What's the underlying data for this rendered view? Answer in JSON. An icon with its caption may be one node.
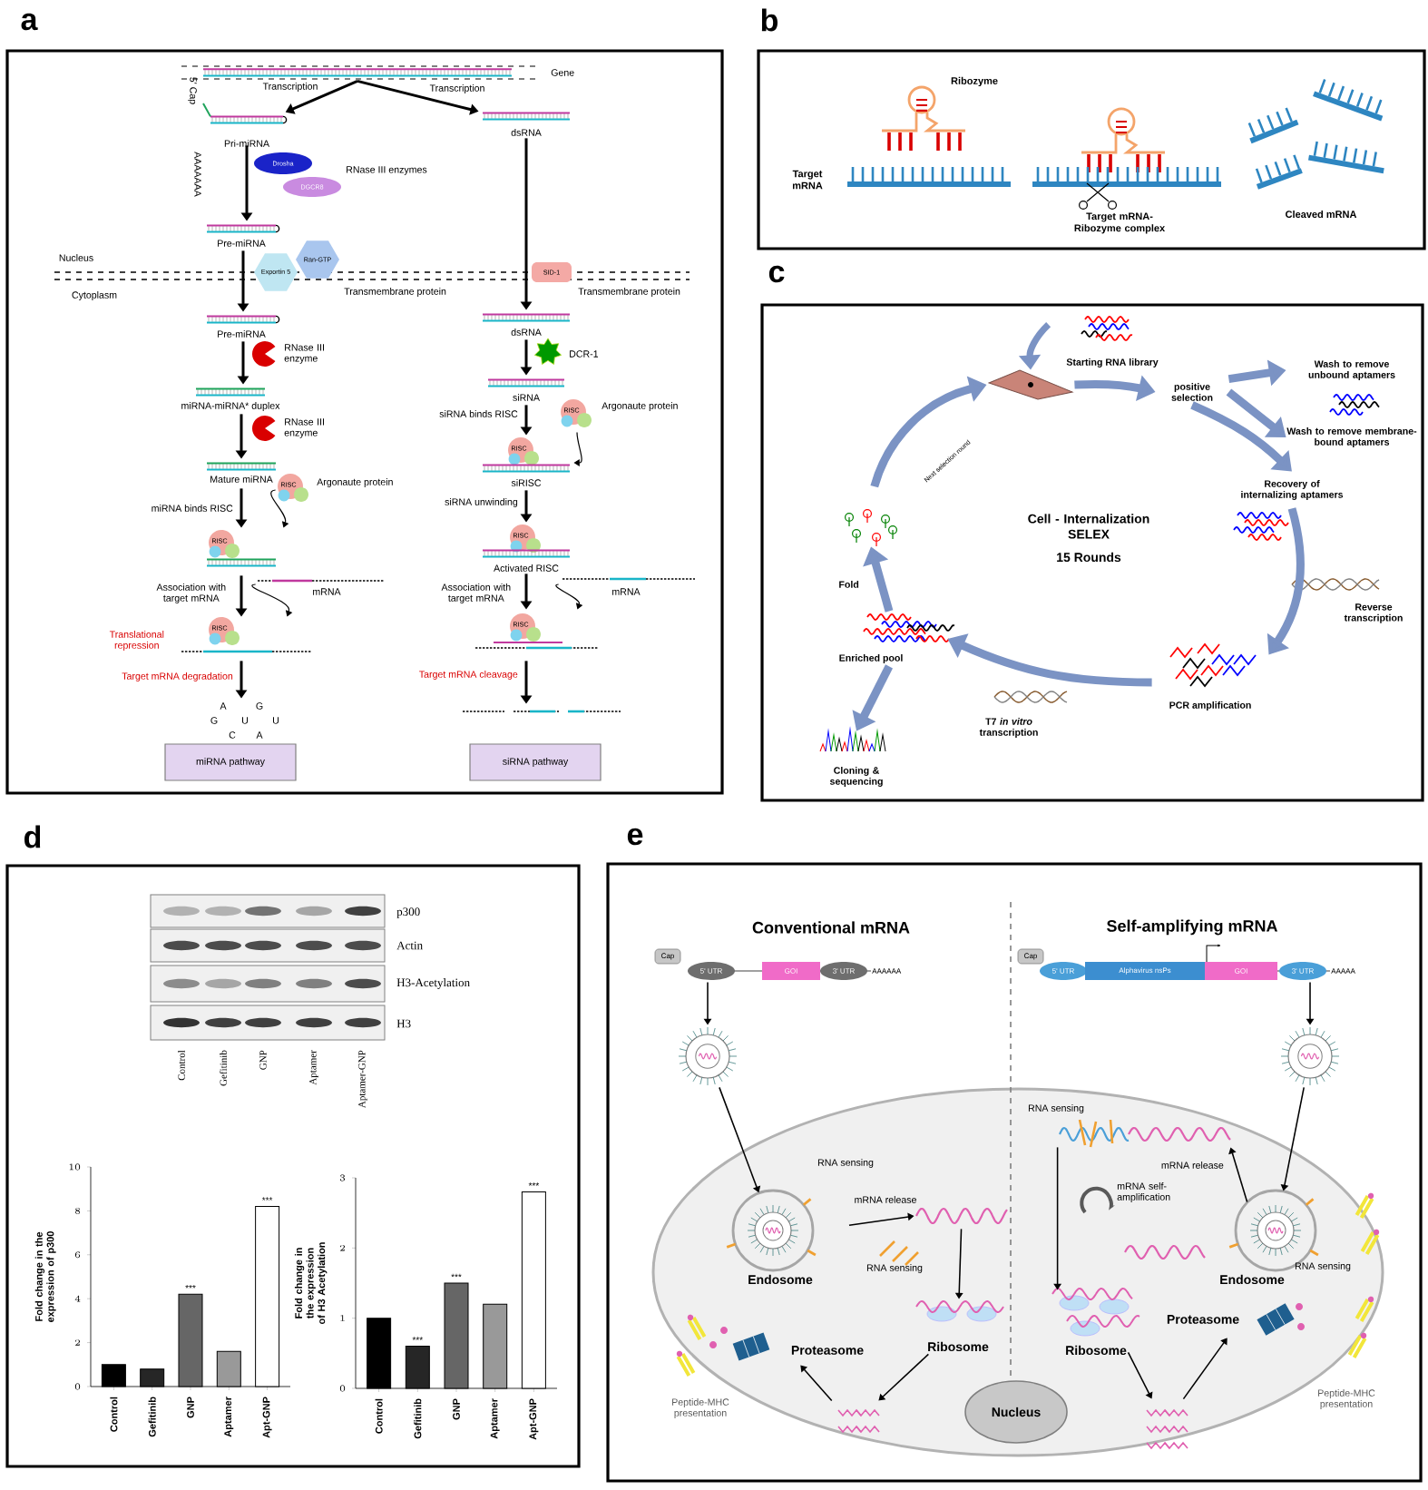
{
  "diagram": {
    "nodes": [
      {
        "text": [
          "Gene"
        ]
      },
      {
        "text": [
          "Pri-miRNA"
        ]
      },
      {
        "text": [
          "dsRNA"
        ]
      },
      {
        "text": [
          "Drosha"
        ]
      },
      {
        "text": [
          "DGCR8"
        ]
      },
      {
        "text": [
          "Pre-miRNA"
        ]
      },
      {
        "text": [
          "Exportin 5"
        ]
      },
      {
        "text": [
          "Ran-GTP"
        ]
      },
      {
        "text": [
          "SID-1"
        ]
      },
      {
        "text": [
          "Pre-miRNA"
        ]
      },
      {
        "text": [
          "dsRNA"
        ]
      },
      {
        "text": [
          "siRNA"
        ]
      },
      {
        "text": [
          "miRNA-miRNA* duplex"
        ]
      },
      {
        "text": [
          "RISC"
        ],
        "beside": [
          "Argonaute protein"
        ]
      },
      {
        "text": [
          "RISC",
          "siRISC"
        ]
      },
      {
        "text": [
          "Mature miRNA"
        ]
      },
      {
        "text": [
          "RISC"
        ],
        "beside": [
          "Argonaute protein"
        ]
      },
      {
        "text": [
          "RISC"
        ]
      },
      {
        "text": [
          "RISC",
          "Activated RISC"
        ]
      },
      {
        "text": [
          "mRNA"
        ]
      },
      {
        "text": [
          "mRNA"
        ]
      },
      {
        "text": [
          "RISC"
        ]
      },
      {
        "text": [
          "RISC"
        ]
      },
      {
        "text": [
          "A",
          "G",
          "G",
          "U",
          "U",
          "C",
          "A"
        ]
      },
      {
        "text": [],
        "shape": "picture"
      },
      {
        "text": [
          "miRNA pathway"
        ]
      },
      {
        "text": [
          "siRNA pathway"
        ]
      },
      {
        "text": [
          "Starting RNA library"
        ]
      },
      {
        "text": [],
        "shape": "picture"
      },
      {
        "text": [
          "positive selection"
        ]
      },
      {
        "text": [
          "Wash to remove unbound aptamers"
        ]
      },
      {
        "text": [
          "Wash to remove membrane-bound aptamers"
        ]
      },
      {
        "text": [
          "Recovery of internalizing aptamers"
        ]
      },
      {
        "text": [
          "PCR amplification"
        ]
      },
      {
        "text": [
          "Enriched pool"
        ]
      },
      {
        "text": [],
        "shape": "picture"
      },
      {
        "text": [
          "Cloning & sequencing"
        ]
      },
      {
        "text": [
          "Cap",
          "5' UTR",
          "GOI",
          "3' UTR",
          "AAAAAA"
        ]
      },
      {
        "text": [
          "Cap",
          "5' UTR",
          "Alphavirus nsPs",
          "GOI",
          "3' UTR",
          "AAAAA"
        ]
      },
      {
        "text": [],
        "shape": "picture"
      },
      {
        "text": [],
        "shape": "picture"
      },
      {
        "text": [],
        "shape": "picture"
      },
      {
        "text": [
          "Endosome"
        ]
      },
      {
        "text": [],
        "shape": "picture"
      },
      {
        "text": [
          "Endosome"
        ]
      },
      {
        "text": [
          "Ribosome"
        ]
      },
      {
        "text": [
          "Ribosome"
        ]
      },
      {
        "text": [
          "Proteasome"
        ]
      },
      {
        "text": [
          "Proteasome"
        ]
      },
      {
        "text": [],
        "shape": "picture"
      },
      {
        "text": [],
        "shape": "picture"
      },
      {
        "text": [
          "Nucleus"
        ]
      }
    ],
    "edges": [
      {
        "from": 0,
        "to": 1,
        "arrow": "to",
        "label": "Transcription"
      },
      {
        "from": 0,
        "to": 2,
        "arrow": "to",
        "label": "Transcription"
      },
      {
        "from": 1,
        "to": 5,
        "arrow": "to"
      },
      {
        "from": 5,
        "to": 9,
        "arrow": "to"
      },
      {
        "from": 9,
        "to": 12,
        "arrow": "to"
      },
      {
        "from": 12,
        "to": 15,
        "arrow": "to"
      },
      {
        "from": 15,
        "to": 17,
        "arrow": "to",
        "label": "miRNA binds RISC"
      },
      {
        "from": 16,
        "to": 17,
        "arrow": "to"
      },
      {
        "from": 17,
        "to": 21,
        "arrow": "to",
        "label": "Association with target mRNA"
      },
      {
        "from": 19,
        "to": 21,
        "arrow": "to"
      },
      {
        "from": 21,
        "to": 23,
        "arrow": "to",
        "label": "Target mRNA degradation"
      },
      {
        "from": 2,
        "to": 10,
        "arrow": "to"
      },
      {
        "from": 10,
        "to": 11,
        "arrow": "to"
      },
      {
        "from": 11,
        "to": 14,
        "arrow": "to",
        "label": "siRNA binds RISC"
      },
      {
        "from": 13,
        "to": 14,
        "arrow": "to"
      },
      {
        "from": 14,
        "to": 18,
        "arrow": "to",
        "label": "siRNA unwinding"
      },
      {
        "from": 18,
        "to": 22,
        "arrow": "to",
        "label": "Association with target mRNA"
      },
      {
        "from": 20,
        "to": 22,
        "arrow": "to"
      },
      {
        "from": 22,
        "to": 24,
        "arrow": "to",
        "label": "Target mRNA cleavage"
      },
      {
        "from": 27,
        "to": 28,
        "arrow": "to",
        "style": "thick",
        "color": "#7b93c4"
      },
      {
        "from": 28,
        "to": 29,
        "arrow": "to",
        "style": "thick",
        "color": "#7b93c4"
      },
      {
        "from": 29,
        "to": 30,
        "arrow": "to",
        "style": "thick",
        "color": "#7b93c4"
      },
      {
        "from": 29,
        "to": 31,
        "arrow": "to",
        "style": "thick",
        "color": "#7b93c4"
      },
      {
        "from": 29,
        "to": 32,
        "arrow": "to",
        "style": "thick",
        "color": "#7b93c4"
      },
      {
        "from": 32,
        "to": 33,
        "arrow": "to",
        "label": "Reverse transcription",
        "style": "thick",
        "color": "#7b93c4"
      },
      {
        "from": 33,
        "to": 34,
        "arrow": "to",
        "label": "T7 *in vitro* transcription",
        "style": "thick",
        "color": "#7b93c4"
      },
      {
        "from": 34,
        "to": 36,
        "arrow": "to",
        "style": "thick",
        "color": "#7b93c4"
      },
      {
        "from": 34,
        "to": 35,
        "arrow": "to",
        "label": "Fold",
        "style": "thick",
        "color": "#7b93c4"
      },
      {
        "from": 35,
        "to": 28,
        "arrow": "to",
        "label": "Next selection round",
        "style": "thick",
        "color": "#7b93c4"
      },
      {
        "from": 37,
        "to": 39,
        "arrow": "to"
      },
      {
        "from": 39,
        "to": 42,
        "arrow": "to"
      },
      {
        "from": 42,
        "to": 43,
        "arrow": "to",
        "label": "mRNA release"
      },
      {
        "from": 43,
        "to": 45,
        "arrow": "to"
      },
      {
        "from": 45,
        "to": 49,
        "arrow": "to"
      },
      {
        "from": 49,
        "to": 48,
        "arrow": "to"
      },
      {
        "from": 38,
        "to": 40,
        "arrow": "to"
      },
      {
        "from": 40,
        "to": 44,
        "arrow": "to"
      },
      {
        "from": 44,
        "to": 41,
        "arrow": "to",
        "label": "mRNA release"
      },
      {
        "from": 41,
        "to": 46,
        "arrow": "to"
      },
      {
        "from": 46,
        "to": 50,
        "arrow": "to"
      },
      {
        "from": 50,
        "to": 47,
        "arrow": "to"
      }
    ],
    "labels": [
      "a",
      "b",
      "c",
      "d",
      "e",
      "5' Cap",
      "AAAAAAA",
      "RNase III enzymes",
      "Nucleus",
      "Cytoplasm",
      "Transmembrane protein",
      "Transmembrane protein",
      "RNase III enzyme",
      "RNase III enzyme",
      "DCR-1",
      "Translational repression",
      "Ribozyme",
      "Target mRNA",
      "Target mRNA-Ribozyme complex",
      "Cleaved mRNA",
      "Cell - Internalization SELEX",
      "15 Rounds",
      "p300",
      "Actin",
      "H3-Acetylation",
      "H3",
      "Control",
      "Gefitinib",
      "GNP",
      "Aptamer",
      "Aptamer-GNP",
      "Conventional mRNA",
      "Self-amplifying mRNA",
      "RNA sensing",
      "RNA sensing",
      "RNA sensing",
      "mRNA self-amplification",
      "RNA sensing",
      "Peptide-MHC presentation",
      "Peptide-MHC presentation"
    ],
    "chart_data": [
      {
        "type": "bar",
        "ylabel": "Fold change in the expression of p300",
        "categories": [
          "Control",
          "Gefitinib",
          "GNP",
          "Aptamer",
          "Apt-GNP"
        ],
        "values": [
          1.0,
          0.8,
          4.2,
          1.6,
          8.2
        ],
        "ylim": [
          0,
          10
        ],
        "yticks": [
          0,
          2,
          4,
          6,
          8,
          10
        ],
        "annotations": [
          {
            "x": "GNP",
            "y": 4.2,
            "text": "***"
          },
          {
            "x": "Apt-GNP",
            "y": 8.2,
            "text": "***"
          }
        ]
      },
      {
        "type": "bar",
        "ylabel": "Fold change in the expression of H3 Acetylation",
        "categories": [
          "Control",
          "Gefitinib",
          "GNP",
          "Aptamer",
          "Apt-GNP"
        ],
        "values": [
          1.0,
          0.6,
          1.5,
          1.2,
          2.8
        ],
        "ylim": [
          0,
          3
        ],
        "yticks": [
          0,
          1,
          2,
          3
        ],
        "annotations": [
          {
            "x": "Gefitinib",
            "y": 0.6,
            "text": "***"
          },
          {
            "x": "GNP",
            "y": 1.5,
            "text": "***"
          },
          {
            "x": "Apt-GNP",
            "y": 2.8,
            "text": "***"
          }
        ]
      }
    ]
  }
}
